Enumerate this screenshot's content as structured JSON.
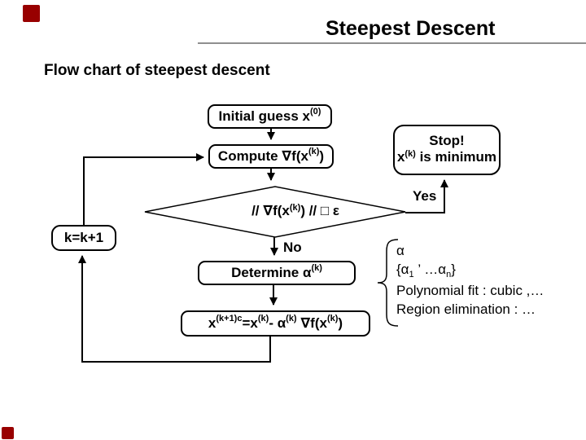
{
  "slide": {
    "title": "Steepest Descent",
    "heading": "Flow chart of steepest descent"
  },
  "flowchart": {
    "initial_box": {
      "pre": "Initial guess x",
      "sup": "(0)"
    },
    "compute_box": {
      "pre": "Compute ∇f(x",
      "sup": "(k)",
      "post": ")"
    },
    "decision_diamond": {
      "p1": "// ∇f(x",
      "sup": "(k)",
      "p2": ") // □ ε"
    },
    "k_box": {
      "label": "k=k+1"
    },
    "no_label": "No",
    "yes_label": "Yes",
    "determine_box": {
      "pre": "Determine α",
      "sup": "(k)"
    },
    "update_box": {
      "p1": "x",
      "sup1": "(k+1)c",
      "p2": "=x",
      "sup2": "(k)",
      "p3": "- α",
      "sup3": "(k)",
      "p4": " ∇f(x",
      "sup4": "(k)",
      "p5": ")"
    },
    "stop_box": {
      "line1": "Stop!",
      "line2_pre": "x",
      "line2_sup": "(k)",
      "line2_post": " is minimum"
    }
  },
  "annotation": {
    "line1": "α",
    "line2": {
      "p1": "{α",
      "sub1": "1",
      "p2": " ’ …α",
      "sub2": "n",
      "p3": "}"
    },
    "line3": "Polynomial fit : cubic ,…",
    "line4": "Region elimination : …"
  },
  "colors": {
    "accent_red": "#980000",
    "underline_gray": "#8f8f8f",
    "text": "#000000",
    "background": "#ffffff"
  }
}
